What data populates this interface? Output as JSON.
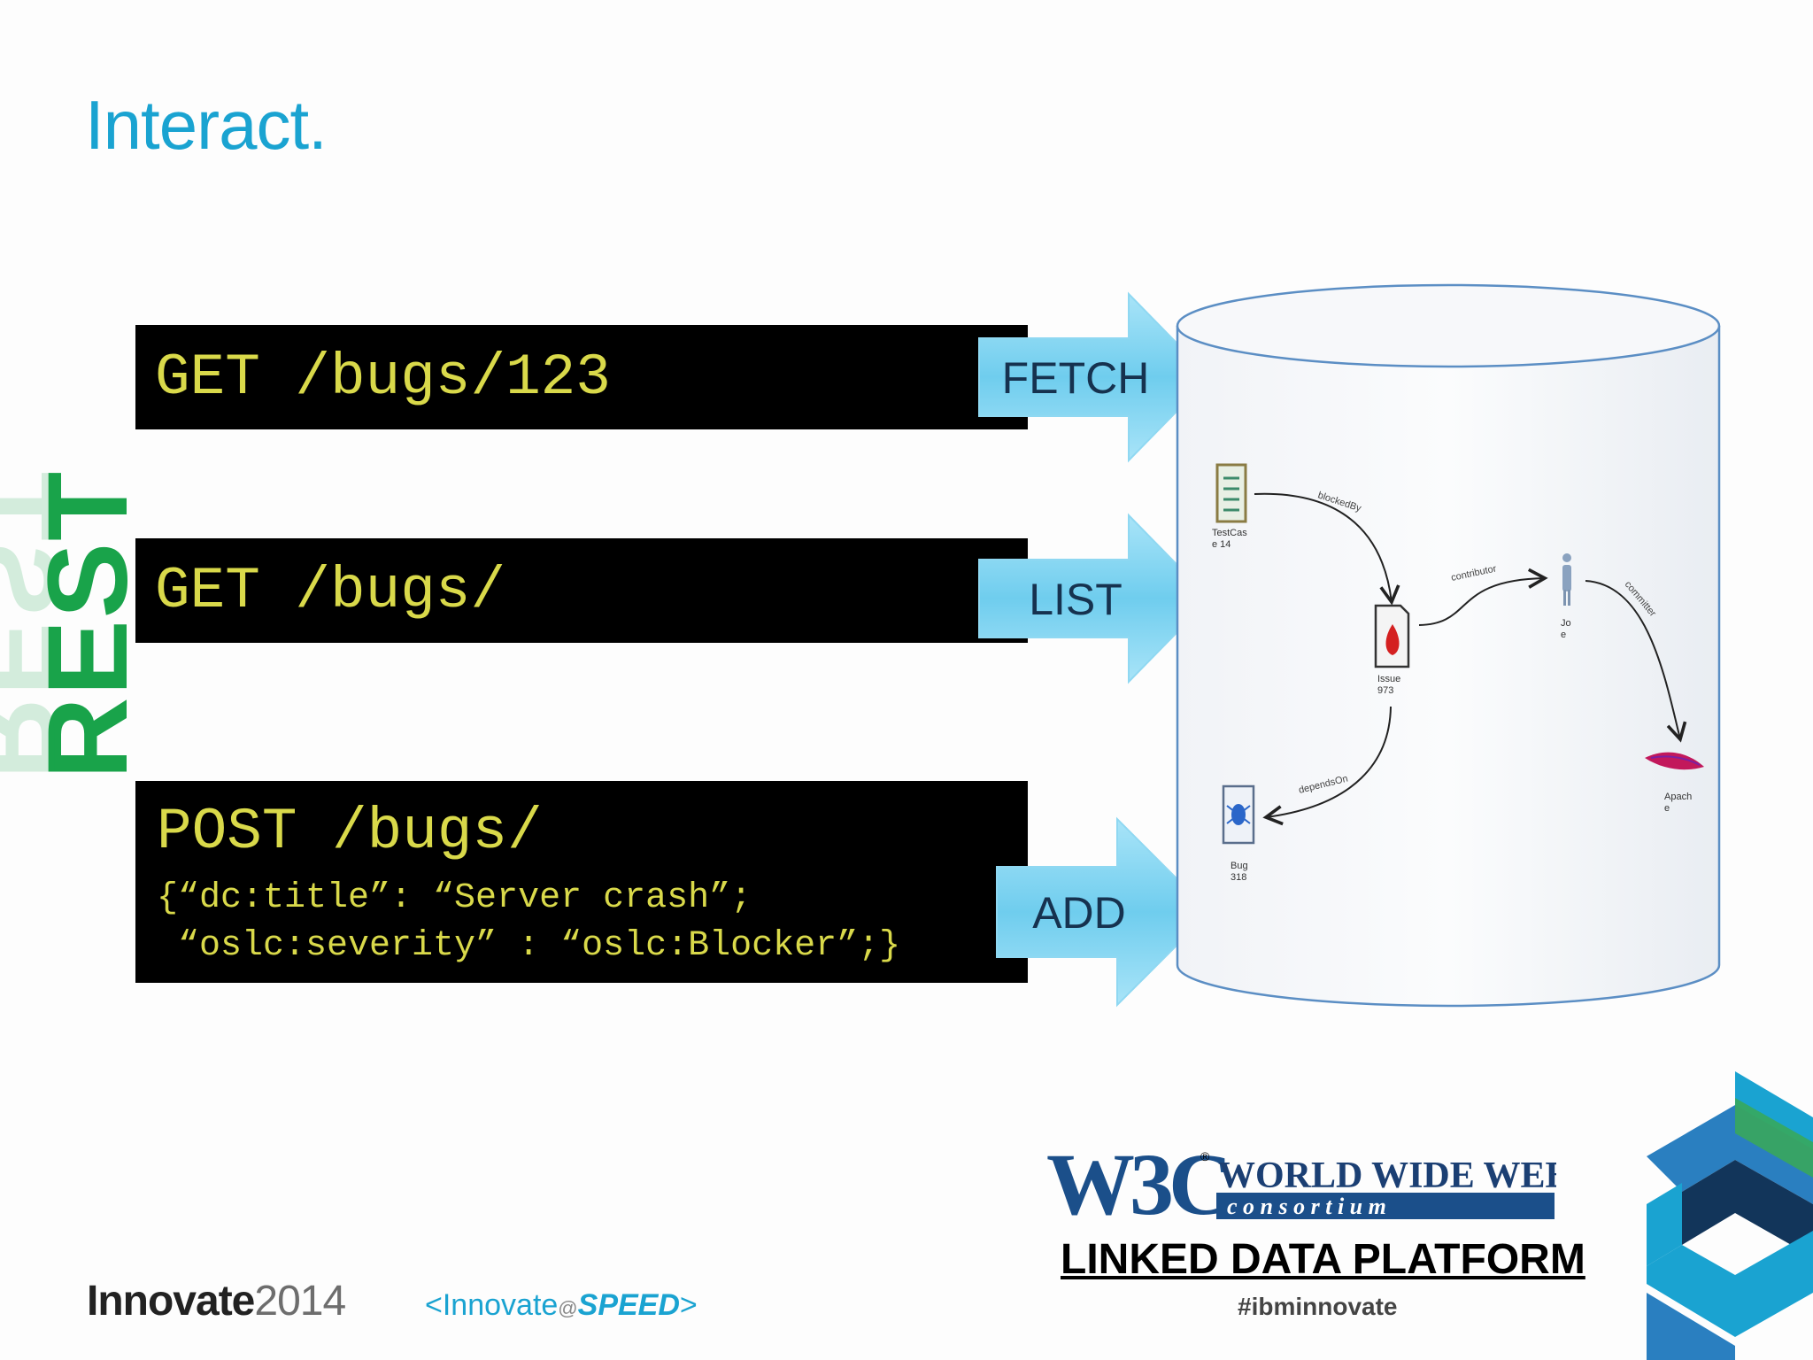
{
  "slide": {
    "title": "Interact.",
    "side_label": "REST"
  },
  "requests": [
    {
      "command": "GET /bugs/123",
      "action": "FETCH"
    },
    {
      "command": "GET /bugs/",
      "action": "LIST"
    },
    {
      "command": "POST /bugs/",
      "body_line1": "{“dc:title”: “Server crash”;",
      "body_line2": " “oslc:severity” : “oslc:Blocker”;}",
      "action": "ADD"
    }
  ],
  "graph": {
    "nodes": {
      "testcase": {
        "label_line1": "TestCas",
        "label_line2": "e 14"
      },
      "issue": {
        "label_line1": "Issue",
        "label_line2": "973"
      },
      "person": {
        "label_line1": "Jo",
        "label_line2": "e"
      },
      "apache": {
        "label_line1": "Apach",
        "label_line2": "e"
      },
      "bug": {
        "label_line1": "Bug",
        "label_line2": "318"
      }
    },
    "edges": {
      "blocked_by": "blockedBy",
      "contributor": "contributor",
      "committer": "committer",
      "depends_on": "dependsOn"
    }
  },
  "footer": {
    "w3c_mark": "W3C",
    "w3c_line1": "WORLD WIDE WEB",
    "w3c_line2": "c o n s o r t i u m",
    "ldp": "LINKED DATA PLATFORM",
    "hashtag": "#ibminnovate",
    "innovate_word": "Innovate",
    "innovate_year": "2014",
    "speed_open": "<Innovate",
    "speed_at": "@",
    "speed_word": "SPEED",
    "speed_close": ">"
  },
  "colors": {
    "title": "#1aa3d1",
    "command_text": "#d9d94a",
    "arrow_fill": "#7fd4f2",
    "rest_green": "#19a34a",
    "cylinder_stroke": "#5b8ec4"
  }
}
